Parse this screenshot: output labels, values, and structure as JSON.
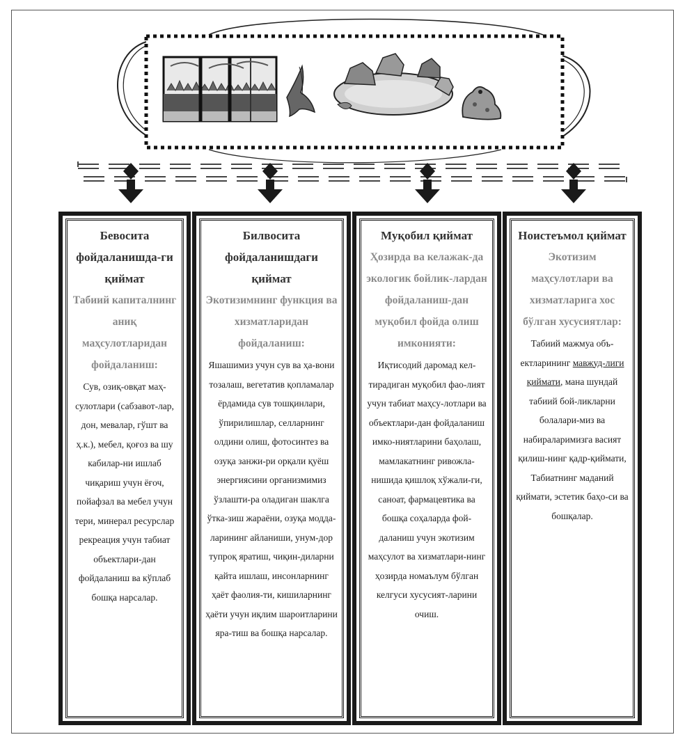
{
  "columns": [
    {
      "title": "Бевосита фойдаланишда-ги қиймат",
      "subtitle": "Табиий капиталнинг аниқ маҳсулотларидан фойдаланиш:",
      "body": "Сув, озиқ-овқат маҳ-сулотлари (сабзавот-лар, дон, мевалар, гўшт ва ҳ.к.), мебел, қоғоз ва шу кабилар-ни ишлаб чиқариш учун ёғоч, пойафзал ва мебел учун тери, минерал ресурслар рекреация учун табиат объектлари-дан фойдаланиш ва кўплаб бошқа нарсалар."
    },
    {
      "title": "Билвосита фойдаланишдаги қиймат",
      "subtitle": "Экотизимнинг функция ва хизматларидан фойдаланиш:",
      "body": "Яшашимиз учун сув ва ҳа-вони тозалаш, вегетатив қопламалар ёрдамида сув тошқинлари, ўпирилишлар, селларнинг олдини олиш, фотосинтез ва озуқа занжи-ри орқали қуёш энергиясини организмимиз ўзлашти-ра оладиган шаклга ўтка-зиш жараёни, озуқа модда-ларининг айланиши, унум-дор тупроқ яратиш, чиқин-диларни қайта ишлаш, инсонларнинг ҳаёт фаолия-ти, кишиларнинг ҳаёти учун иқлим шароитларини яра-тиш ва бошқа нарсалар."
    },
    {
      "title": "Муқобил қиймат",
      "subtitle": "Ҳозирда ва келажак-да экологик бойлик-лардан фойдаланиш-дан муқобил фойда олиш имконияти:",
      "body": "Иқтисодий даромад кел-тирадиган муқобил фао-лият учун табиат маҳсу-лотлари ва объектлари-дан фойдаланиш имко-ниятларини баҳолаш, мамлакатнинг ривожла-нишида қишлоқ хўжали-ги, саноат, фармацевтика ва бошқа соҳаларда фой-даланиш учун экотизим маҳсулот ва хизматлари-нинг ҳозирда номаълум бўлган келгуси хусусият-ларини очиш."
    },
    {
      "title": "Ноистеъмол қиймат",
      "subtitle": "Экотизим маҳсулотлари ва хизматларига хос бўлган хусусиятлар:",
      "body_pre": "Табиий мажмуа объ-ектларининг ",
      "body_underlined": "мавжуд-лиги қиймати",
      "body_post": ", мана шундай табиий бой-ликларни болалари-миз ва набираларимизга васият қилиш-нинг қадр-қиймати, Табиатнинг маданий қиймати, эстетик баҳо-си ва бошқалар."
    }
  ],
  "illustrations": [
    "forest-window",
    "bird",
    "pond",
    "frog"
  ],
  "colors": {
    "border": "#1a1a1a",
    "subtitle": "#8a8a8a"
  }
}
